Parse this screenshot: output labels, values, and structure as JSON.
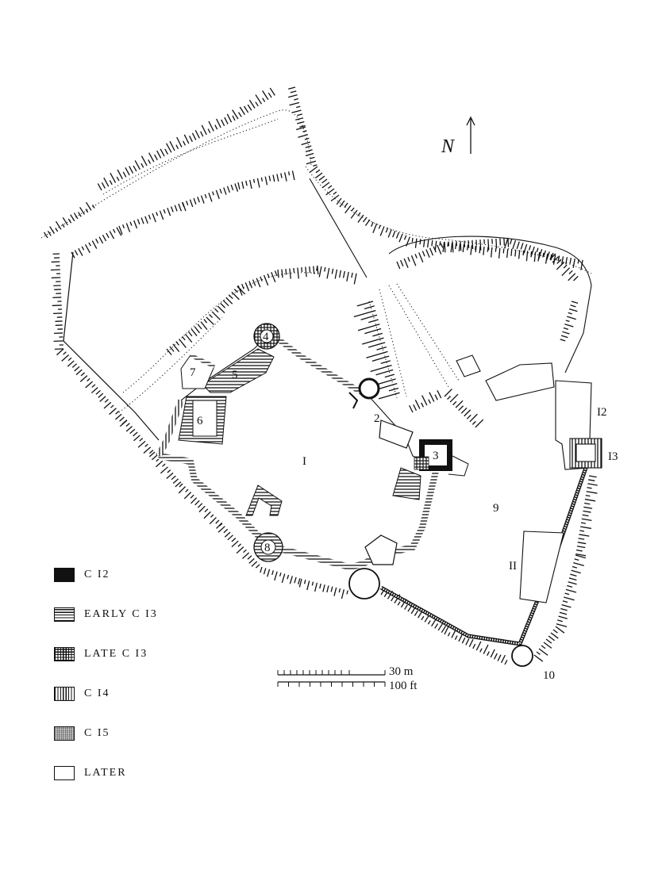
{
  "north": {
    "label": "N"
  },
  "areas": [
    {
      "id": "1",
      "text": "I"
    },
    {
      "id": "2",
      "text": "2"
    },
    {
      "id": "3",
      "text": "3"
    },
    {
      "id": "4",
      "text": "4"
    },
    {
      "id": "5",
      "text": "5"
    },
    {
      "id": "6",
      "text": "6"
    },
    {
      "id": "7",
      "text": "7"
    },
    {
      "id": "8",
      "text": "8"
    },
    {
      "id": "9",
      "text": "9"
    },
    {
      "id": "10",
      "text": "10"
    },
    {
      "id": "11",
      "text": "II"
    },
    {
      "id": "12",
      "text": "I2"
    },
    {
      "id": "13",
      "text": "I3"
    }
  ],
  "scale": {
    "metric": "30 m",
    "imperial": "100 ft"
  },
  "legend": [
    {
      "key": "c12",
      "label": "C I2"
    },
    {
      "key": "early13",
      "label": "EARLY C I3"
    },
    {
      "key": "late13",
      "label": "LATE C I3"
    },
    {
      "key": "c14",
      "label": "C I4"
    },
    {
      "key": "c15",
      "label": "C I5"
    },
    {
      "key": "later",
      "label": "LATER"
    }
  ],
  "colors": {
    "ink": "#111111",
    "background": "#ffffff"
  }
}
